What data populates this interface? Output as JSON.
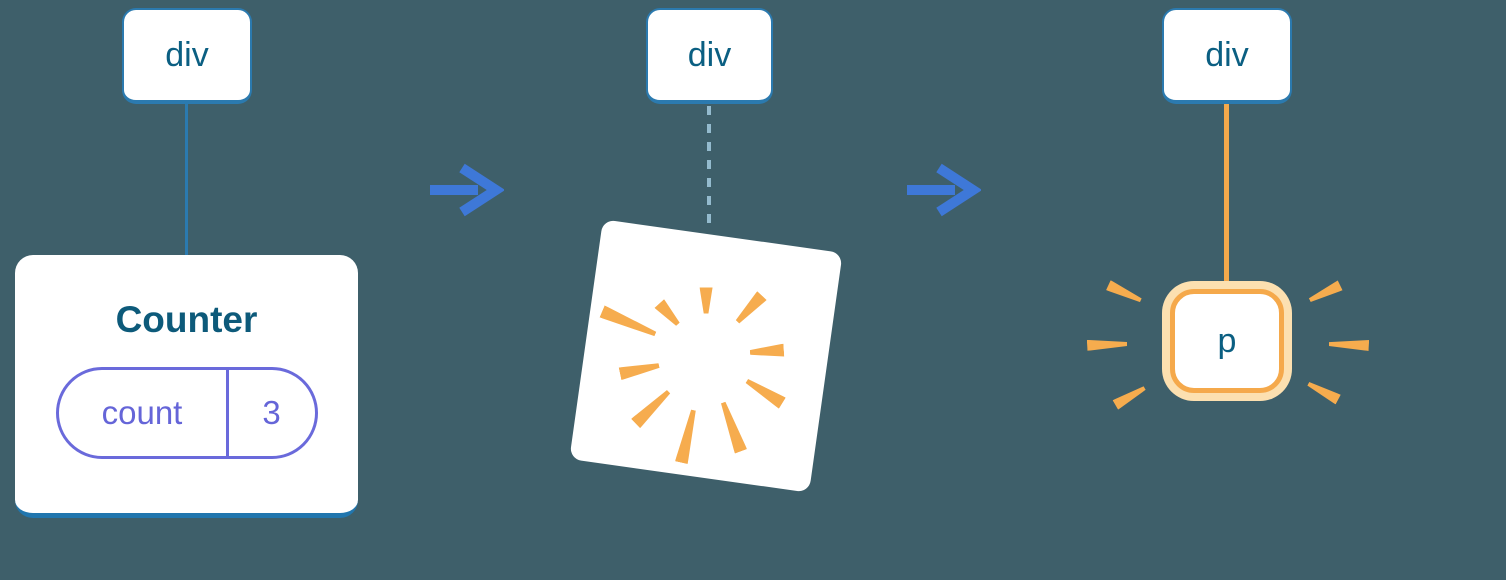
{
  "stages": {
    "before": {
      "root_tag": "div",
      "component": {
        "title": "Counter",
        "state_key": "count",
        "state_value": "3"
      }
    },
    "during": {
      "root_tag": "div"
    },
    "after": {
      "root_tag": "div",
      "child_tag": "p"
    }
  },
  "icons": {
    "arrow_between_stages": "arrow-right-icon",
    "destroyed_subtree": "poof-burst-icon",
    "new_node_highlight": "sparkle-rays-icon"
  },
  "colors": {
    "background": "#3E5F6A",
    "node_border": "#2B7AAF",
    "node_text": "#0B5F82",
    "connector_solid_blue": "#2176AE",
    "connector_dashed": "#94BBCE",
    "connector_orange": "#F5A94B",
    "arrow_blue": "#3E78D8",
    "state_pill_purple": "#6A6ADB",
    "highlight_orange": "#F5A94B",
    "highlight_halo": "#FCE0B0",
    "surface": "#FFFFFF"
  }
}
